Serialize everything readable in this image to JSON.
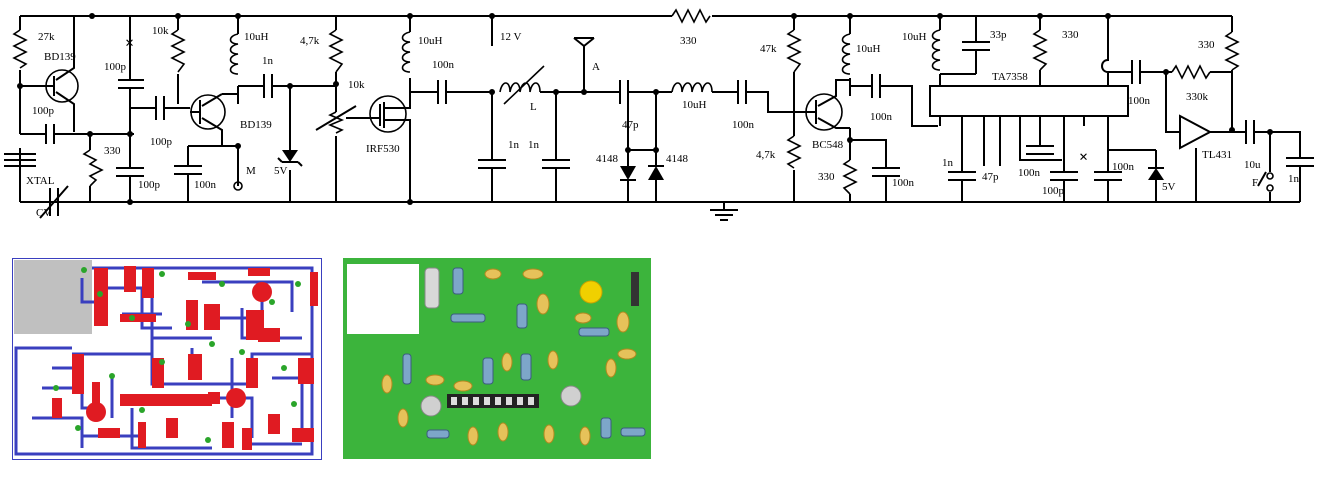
{
  "schematic": {
    "supply_label": "12 V",
    "labels": {
      "r27k": "27k",
      "q1": "BD139",
      "c100p_a": "100p",
      "c100p_b": "100p",
      "r10k_a": "10k",
      "c100p_c": "100p",
      "l10uH_a": "10uH",
      "q2": "BD139",
      "c1n_a": "1n",
      "r4k7_a": "4,7k",
      "r10k_pot": "10k",
      "l10uH_b": "10uH",
      "c100n_a": "100n",
      "q3": "IRF530",
      "r330_a": "330",
      "c100p_d": "100p",
      "c100n_b": "100n",
      "m": "M",
      "z5v_a": "5V",
      "xtal": "XTAL",
      "cv": "CV",
      "lvar": "L",
      "c1n_b": "1n",
      "c1n_c": "1n",
      "ant": "A",
      "c47p_a": "47p",
      "l10uH_c": "10uH",
      "c100n_c": "100n",
      "d1": "4148",
      "d2": "4148",
      "r330_top": "330",
      "r47k": "47k",
      "l10uH_d": "10uH",
      "q4": "BC548",
      "c100n_d": "100n",
      "r4k7_b": "4,7k",
      "r330_b": "330",
      "c100n_e": "100n",
      "l10uH_e": "10uH",
      "c33p": "33p",
      "r330_c": "330",
      "ic": "TA7358",
      "c1n_d": "1n",
      "c47p_b": "47p",
      "c100n_f": "100n",
      "c100p_e": "100p",
      "c100n_g": "100n",
      "c100n_h": "100n",
      "z5v_b": "5V",
      "r330k": "330k",
      "r330_d": "330",
      "tl431": "TL431",
      "c10u": "10u",
      "f": "F",
      "c1n_e": "1n"
    },
    "x_marks": "×"
  },
  "pcb": {
    "trace_color": "#3a3fbf",
    "pad_color": "#e01b22",
    "board_color": "#3cb43c",
    "parts": [
      "crystal",
      "resistors",
      "ceramic-capacitors",
      "transistors",
      "ic-dip16",
      "trimmer"
    ]
  }
}
